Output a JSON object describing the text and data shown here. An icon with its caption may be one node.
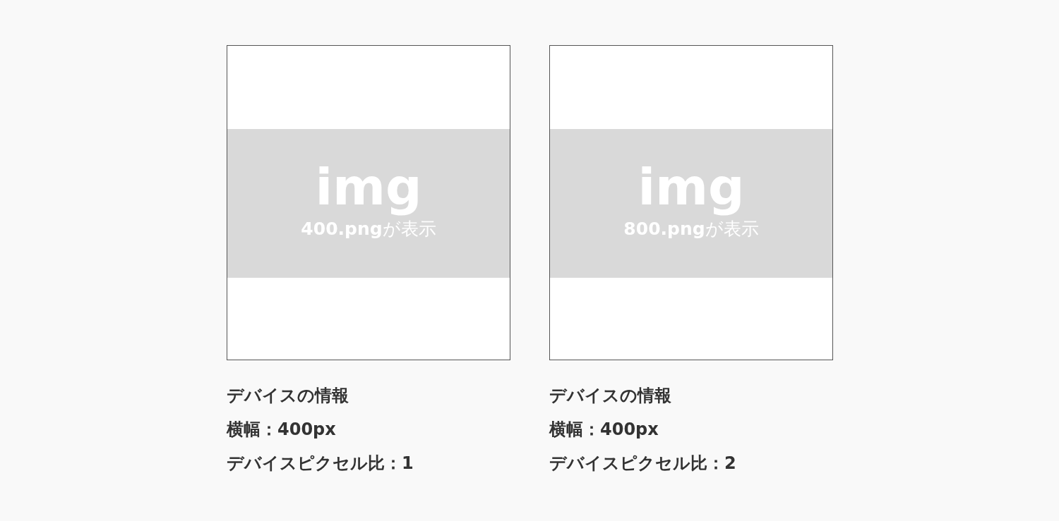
{
  "diagram": {
    "nodes": [
      {
        "text": [],
        "shape": "box",
        "beside": [
          "デバイスの情報",
          "横幅：400px",
          "デバイスピクセル比：**1**"
        ]
      },
      {
        "text": [
          "img",
          "**400.png**が表示"
        ],
        "in": 0
      },
      {
        "text": [],
        "shape": "box",
        "beside": [
          "デバイスの情報",
          "横幅：400px",
          "デバイスピクセル比：**2**"
        ]
      },
      {
        "text": [
          "img",
          "**800.png**が表示"
        ],
        "in": 2
      }
    ]
  }
}
